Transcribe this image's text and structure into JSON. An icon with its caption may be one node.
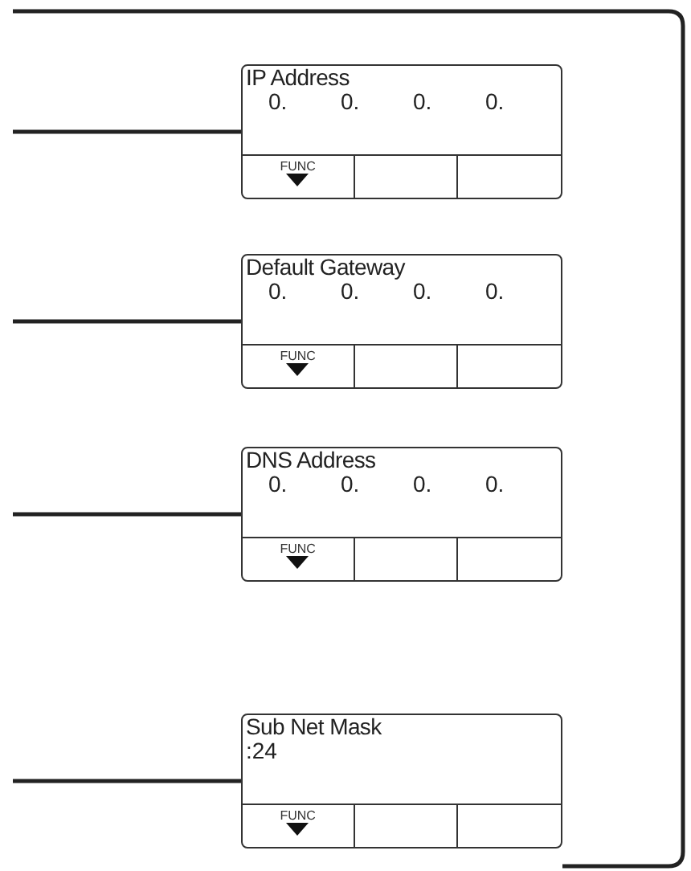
{
  "diagram": {
    "nodes": [
      {
        "text": [
          "IP Address",
          "0.",
          "0.",
          "0.",
          "0.",
          "FUNC"
        ]
      },
      {
        "text": [
          "Default Gateway",
          "0.",
          "0.",
          "0.",
          "0.",
          "FUNC"
        ]
      },
      {
        "text": [
          "DNS Address",
          "0.",
          "0.",
          "0.",
          "0.",
          "FUNC"
        ]
      },
      {
        "text": [
          "Sub Net Mask",
          ":24",
          "FUNC"
        ]
      }
    ],
    "edges": [
      {
        "from": null,
        "to": 0,
        "arrow": "none"
      },
      {
        "from": null,
        "to": 1,
        "arrow": "none"
      },
      {
        "from": null,
        "to": 2,
        "arrow": "none"
      },
      {
        "from": null,
        "to": 3,
        "arrow": "none"
      }
    ]
  }
}
